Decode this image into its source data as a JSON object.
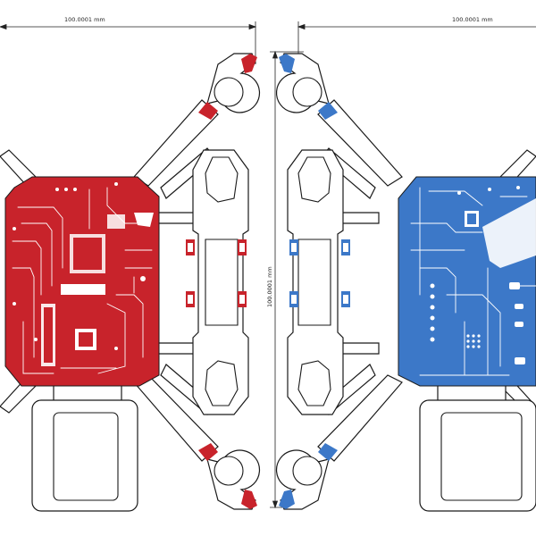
{
  "colors": {
    "top_copper": "#c8232b",
    "bottom_copper": "#3c78c8",
    "outline": "#1a1a1a",
    "background": "#ffffff"
  },
  "left_board": {
    "layer": "top",
    "dimension_width_label": "100.0001 mm"
  },
  "right_board": {
    "layer": "bottom",
    "dimension_width_label": "100.0001 mm",
    "dimension_height_label": "100.0001 mm"
  }
}
